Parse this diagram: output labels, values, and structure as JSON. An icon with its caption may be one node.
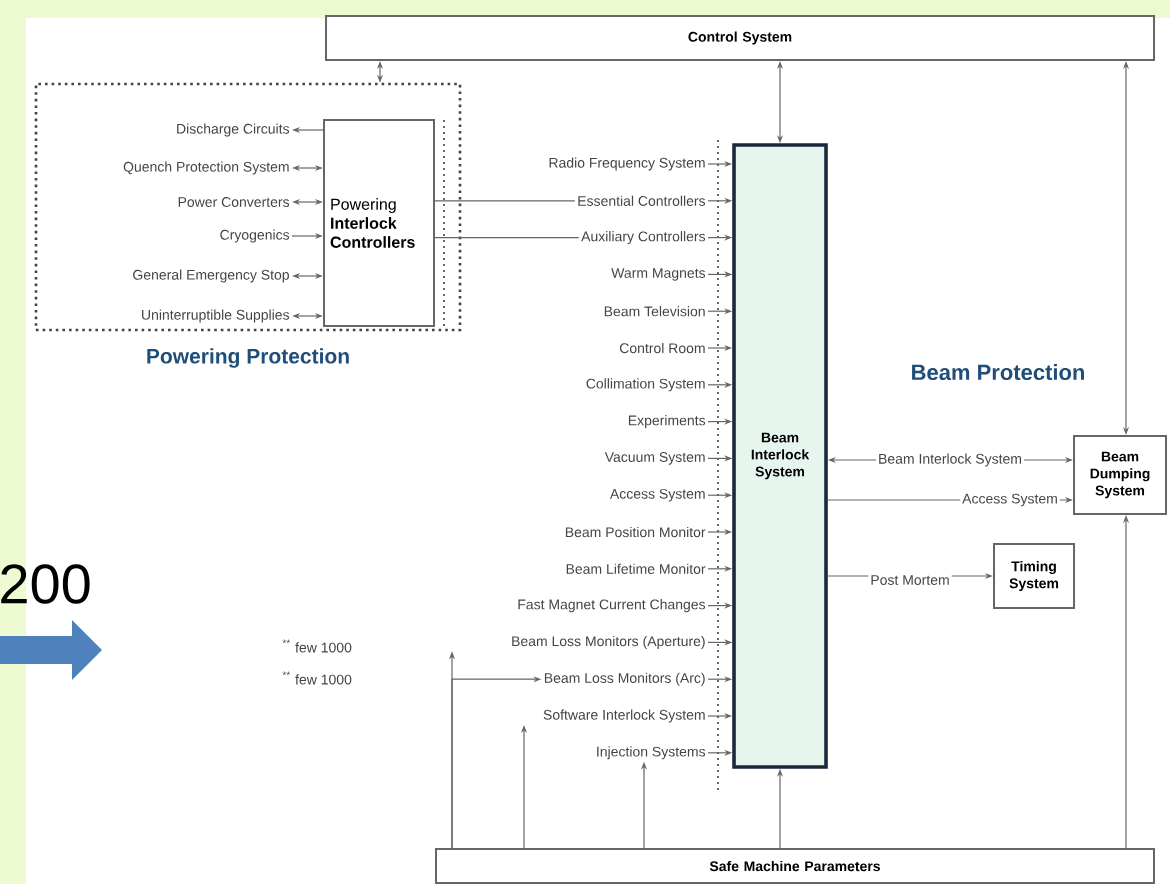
{
  "diagram": {
    "nodes": [
      {
        "text": [
          "Control System"
        ]
      },
      {
        "text": [
          "Powering Protection"
        ]
      },
      {
        "text": [
          "Powering **Interlock Controllers**"
        ],
        "in": 1
      },
      {
        "text": [
          "Discharge Circuits"
        ],
        "in": 1
      },
      {
        "text": [
          "Quench Protection System"
        ],
        "in": 1
      },
      {
        "text": [
          "Power Converters"
        ],
        "in": 1
      },
      {
        "text": [
          "Cryogenics"
        ],
        "in": 1
      },
      {
        "text": [
          "General Emergency Stop"
        ],
        "in": 1
      },
      {
        "text": [
          "Uninterruptible Supplies"
        ],
        "in": 1
      },
      {
        "text": [
          "Radio Frequency System"
        ]
      },
      {
        "text": [
          "Essential Controllers"
        ]
      },
      {
        "text": [
          "Auxiliary Controllers"
        ]
      },
      {
        "text": [
          "Warm Magnets"
        ]
      },
      {
        "text": [
          "Beam Television"
        ]
      },
      {
        "text": [
          "Control Room"
        ]
      },
      {
        "text": [
          "Collimation System"
        ]
      },
      {
        "text": [
          "Experiments"
        ]
      },
      {
        "text": [
          "Vacuum System"
        ]
      },
      {
        "text": [
          "Access System"
        ]
      },
      {
        "text": [
          "Beam Position Monitor"
        ]
      },
      {
        "text": [
          "Beam Lifetime Monitor"
        ]
      },
      {
        "text": [
          "Fast Magnet Current Changes"
        ]
      },
      {
        "text": [
          "Beam Loss Monitors (Aperture)"
        ]
      },
      {
        "text": [
          "Beam Loss Monitors (Arc)"
        ]
      },
      {
        "text": [
          "Software Interlock System"
        ]
      },
      {
        "text": [
          "Injection Systems"
        ]
      },
      {
        "text": [
          "Beam Interlock System"
        ]
      },
      {
        "text": [
          "Beam Dumping System"
        ]
      },
      {
        "text": [
          "Timing System"
        ]
      },
      {
        "text": [
          "Safe Machine Parameters"
        ]
      }
    ],
    "edges": [
      {
        "from": 2,
        "to": 3,
        "arrow": "to"
      },
      {
        "from": 4,
        "to": 2,
        "arrow": "both"
      },
      {
        "from": 5,
        "to": 2,
        "arrow": "both"
      },
      {
        "from": 6,
        "to": 2,
        "arrow": "to"
      },
      {
        "from": 7,
        "to": 2,
        "arrow": "both"
      },
      {
        "from": 8,
        "to": 2,
        "arrow": "both"
      },
      {
        "from": 0,
        "to": 1,
        "arrow": "both"
      },
      {
        "from": 0,
        "to": 26,
        "arrow": "both"
      },
      {
        "from": 0,
        "to": 27,
        "arrow": "both"
      },
      {
        "from": 2,
        "to": 10,
        "arrow": "none"
      },
      {
        "from": 2,
        "to": 11,
        "arrow": "none"
      },
      {
        "from": 9,
        "to": 26,
        "arrow": "to"
      },
      {
        "from": 10,
        "to": 26,
        "arrow": "to"
      },
      {
        "from": 11,
        "to": 26,
        "arrow": "to"
      },
      {
        "from": 12,
        "to": 26,
        "arrow": "to"
      },
      {
        "from": 13,
        "to": 26,
        "arrow": "to"
      },
      {
        "from": 14,
        "to": 26,
        "arrow": "to"
      },
      {
        "from": 15,
        "to": 26,
        "arrow": "to"
      },
      {
        "from": 16,
        "to": 26,
        "arrow": "to"
      },
      {
        "from": 17,
        "to": 26,
        "arrow": "to"
      },
      {
        "from": 18,
        "to": 26,
        "arrow": "to"
      },
      {
        "from": 19,
        "to": 26,
        "arrow": "to"
      },
      {
        "from": 20,
        "to": 26,
        "arrow": "to"
      },
      {
        "from": 21,
        "to": 26,
        "arrow": "to"
      },
      {
        "from": 22,
        "to": 26,
        "arrow": "to"
      },
      {
        "from": 23,
        "to": 26,
        "arrow": "to"
      },
      {
        "from": 24,
        "to": 26,
        "arrow": "to"
      },
      {
        "from": 25,
        "to": 26,
        "arrow": "to"
      },
      {
        "from": 26,
        "to": 27,
        "arrow": "both",
        "label": "Beam Interlock System"
      },
      {
        "from": 26,
        "to": 27,
        "arrow": "to",
        "label": "Access System"
      },
      {
        "from": 26,
        "to": 28,
        "arrow": "to",
        "label": "Post Mortem"
      },
      {
        "from": 29,
        "to": 22,
        "arrow": "to"
      },
      {
        "from": 29,
        "to": 23,
        "arrow": "to"
      },
      {
        "from": 29,
        "to": 24,
        "arrow": "to"
      },
      {
        "from": 29,
        "to": 25,
        "arrow": "to"
      },
      {
        "from": 29,
        "to": 26,
        "arrow": "to"
      },
      {
        "from": 29,
        "to": 27,
        "arrow": "to"
      }
    ],
    "labels": [
      "Beam Protection",
      "200",
      "$^{**}$ few 1000",
      "$^{**}$ few 1000"
    ]
  }
}
